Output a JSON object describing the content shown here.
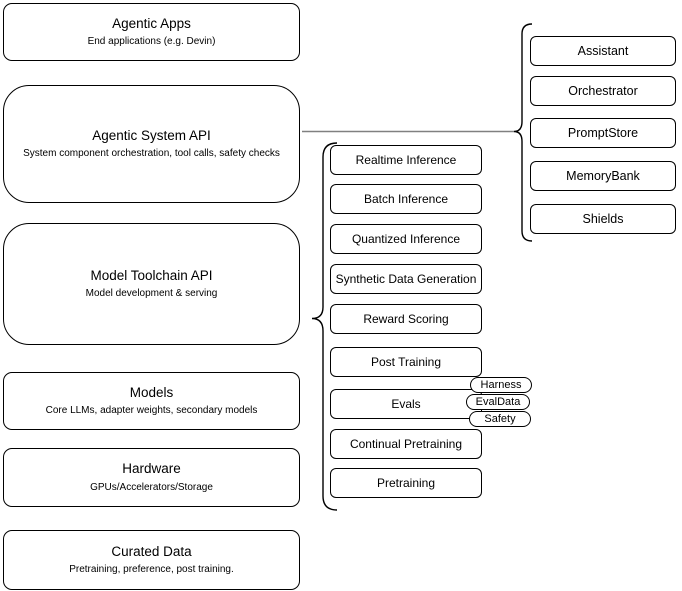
{
  "left_column": {
    "boxes": [
      {
        "title": "Agentic Apps",
        "subtitle": "End applications (e.g. Devin)"
      },
      {
        "title": "Agentic System API",
        "subtitle": "System component orchestration, tool calls, safety checks"
      },
      {
        "title": "Model Toolchain API",
        "subtitle": "Model development & serving"
      },
      {
        "title": "Models",
        "subtitle": "Core LLMs, adapter weights, secondary models"
      },
      {
        "title": "Hardware",
        "subtitle": "GPUs/Accelerators/Storage"
      },
      {
        "title": "Curated Data",
        "subtitle": "Pretraining, preference, post training."
      }
    ]
  },
  "toolchain_group": {
    "items": [
      "Realtime Inference",
      "Batch Inference",
      "Quantized Inference",
      "Synthetic Data Generation",
      "Reward Scoring",
      "Post Training",
      "Evals",
      "Continual Pretraining",
      "Pretraining"
    ],
    "eval_tags": [
      "Harness",
      "EvalData",
      "Safety"
    ]
  },
  "system_group": {
    "items": [
      "Assistant",
      "Orchestrator",
      "PromptStore",
      "MemoryBank",
      "Shields"
    ]
  },
  "colors": {
    "border": "#000000",
    "background": "#ffffff",
    "text": "#000000",
    "connector": "#808080"
  }
}
